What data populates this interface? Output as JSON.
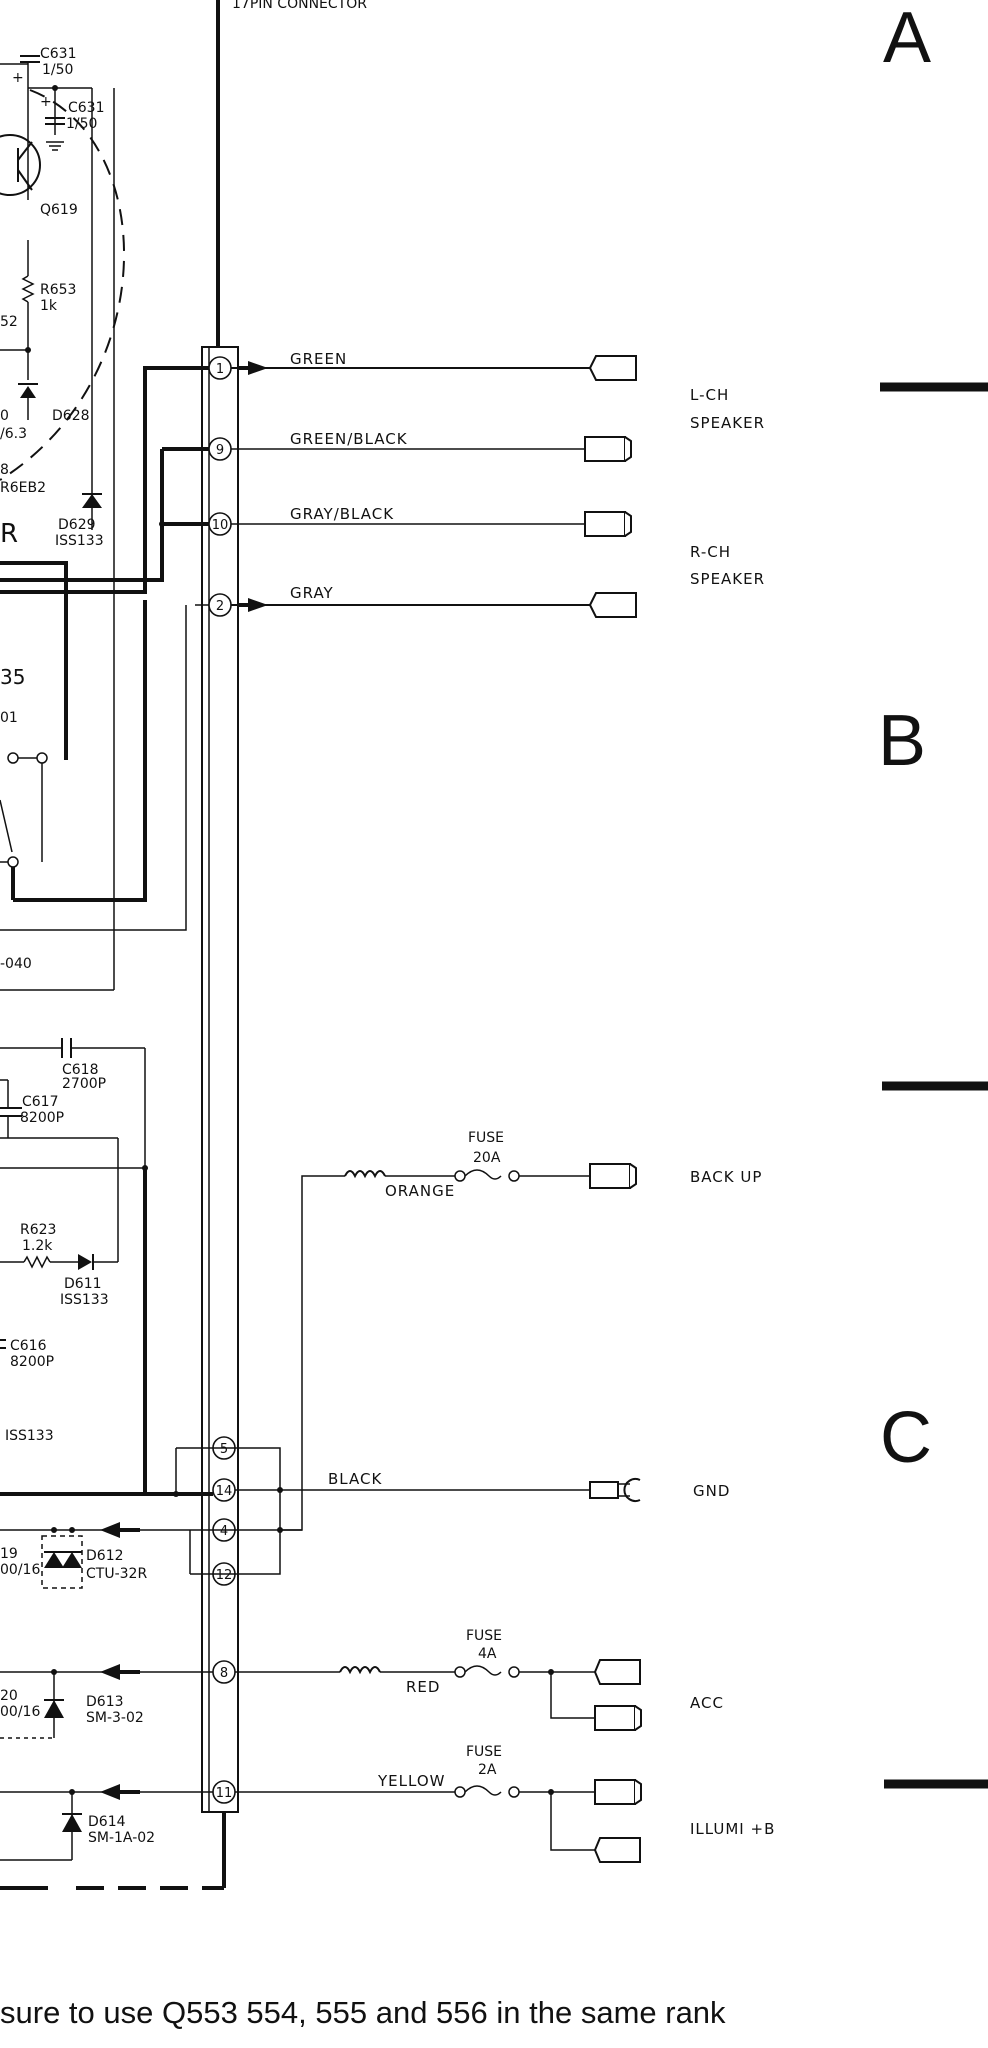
{
  "header": {
    "connector_title": "17PIN CONNECTOR"
  },
  "sections": [
    "A",
    "B",
    "C"
  ],
  "pins": [
    "1",
    "9",
    "10",
    "2",
    "5",
    "14",
    "4",
    "12",
    "8",
    "11"
  ],
  "wires": {
    "green": "GREEN",
    "green_black": "GREEN/BLACK",
    "gray_black": "GRAY/BLACK",
    "gray": "GRAY",
    "orange": "ORANGE",
    "black": "BLACK",
    "red": "RED",
    "yellow": "YELLOW"
  },
  "outputs": {
    "lch_1": "L-CH",
    "lch_2": "SPEAKER",
    "rch_1": "R-CH",
    "rch_2": "SPEAKER",
    "backup": "BACK UP",
    "gnd": "GND",
    "acc": "ACC",
    "illumi": "ILLUMI +B"
  },
  "fuses": {
    "f1_label": "FUSE",
    "f1_value": "20A",
    "f2_label": "FUSE",
    "f2_value": "4A",
    "f3_label": "FUSE",
    "f3_value": "2A"
  },
  "components": {
    "c631a": "C631",
    "c631a_v": "1/50",
    "c631b": "C631",
    "c631b_v": "1/50",
    "q619": "Q619",
    "r653": "R653",
    "r653_v": "1k",
    "r652": "52",
    "d628": "D628",
    "z0": "0",
    "z63": "/6.3",
    "r6eb2_n": "8",
    "r6eb2": "R6EB2",
    "d629": "D629",
    "d629_v": "ISS133",
    "r_frag": "R",
    "n35": "35",
    "n01": "01",
    "n040": "-040",
    "c618": "C618",
    "c618_v": "2700P",
    "c617": "C617",
    "c617_v": "8200P",
    "r623": "R623",
    "r623_v": "1.2k",
    "d611": "D611",
    "d611_v": "ISS133",
    "c616": "C616",
    "c616_v": "8200P",
    "iss133": "ISS133",
    "c619_a": "19",
    "c619_b": "00/16",
    "d612": "D612",
    "d612_v": "CTU-32R",
    "c620_a": "20",
    "c620_b": "00/16",
    "d613": "D613",
    "d613_v": "SM-3-02",
    "d614": "D614",
    "d614_v": "SM-1A-02"
  },
  "footer": {
    "note_line1": "sure to use Q553 554, 555 and 556 in the same rank"
  }
}
